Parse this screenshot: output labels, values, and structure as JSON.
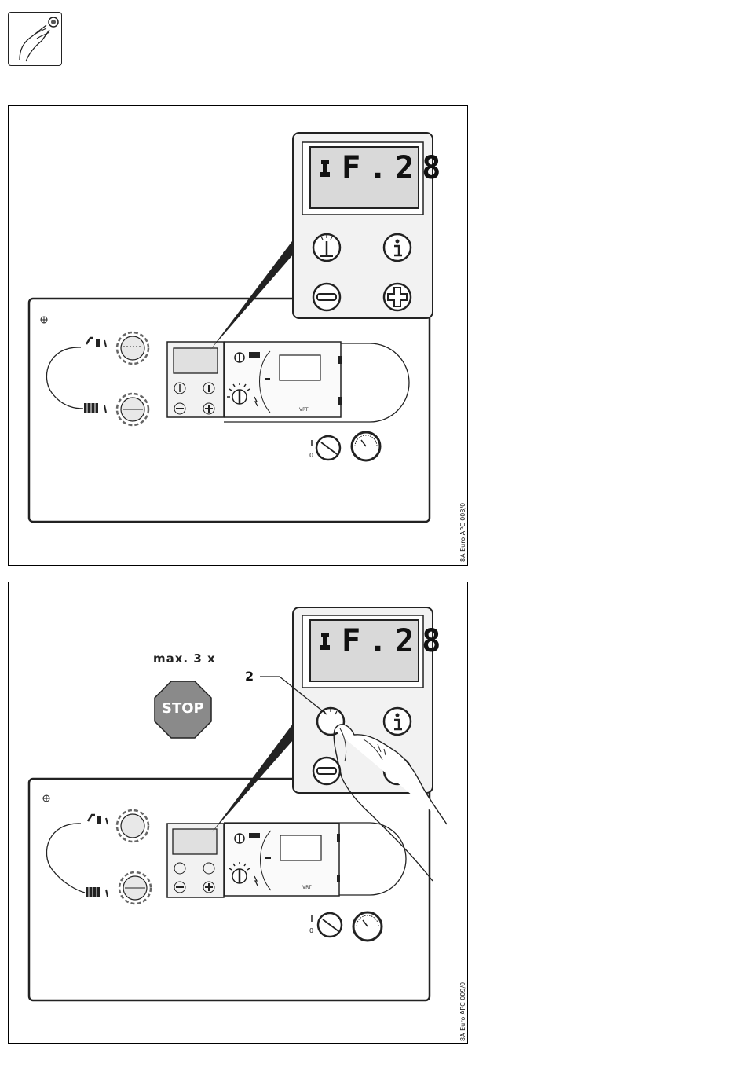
{
  "top_icon": {
    "name": "hand-turning-knob-icon"
  },
  "figure1": {
    "display_text": "F.28",
    "reference": "8A Euro APC 008/0"
  },
  "figure2": {
    "display_text": "F.28",
    "reference": "8A Euro APC 009/0",
    "repeat_label": "max. 3 x",
    "stop_label": "STOP",
    "callout_number": "2"
  },
  "colors": {
    "stop_sign": "#8a8a8a",
    "screen": "#d9d9d9",
    "panel": "#f2f2f2",
    "line": "#222222"
  }
}
